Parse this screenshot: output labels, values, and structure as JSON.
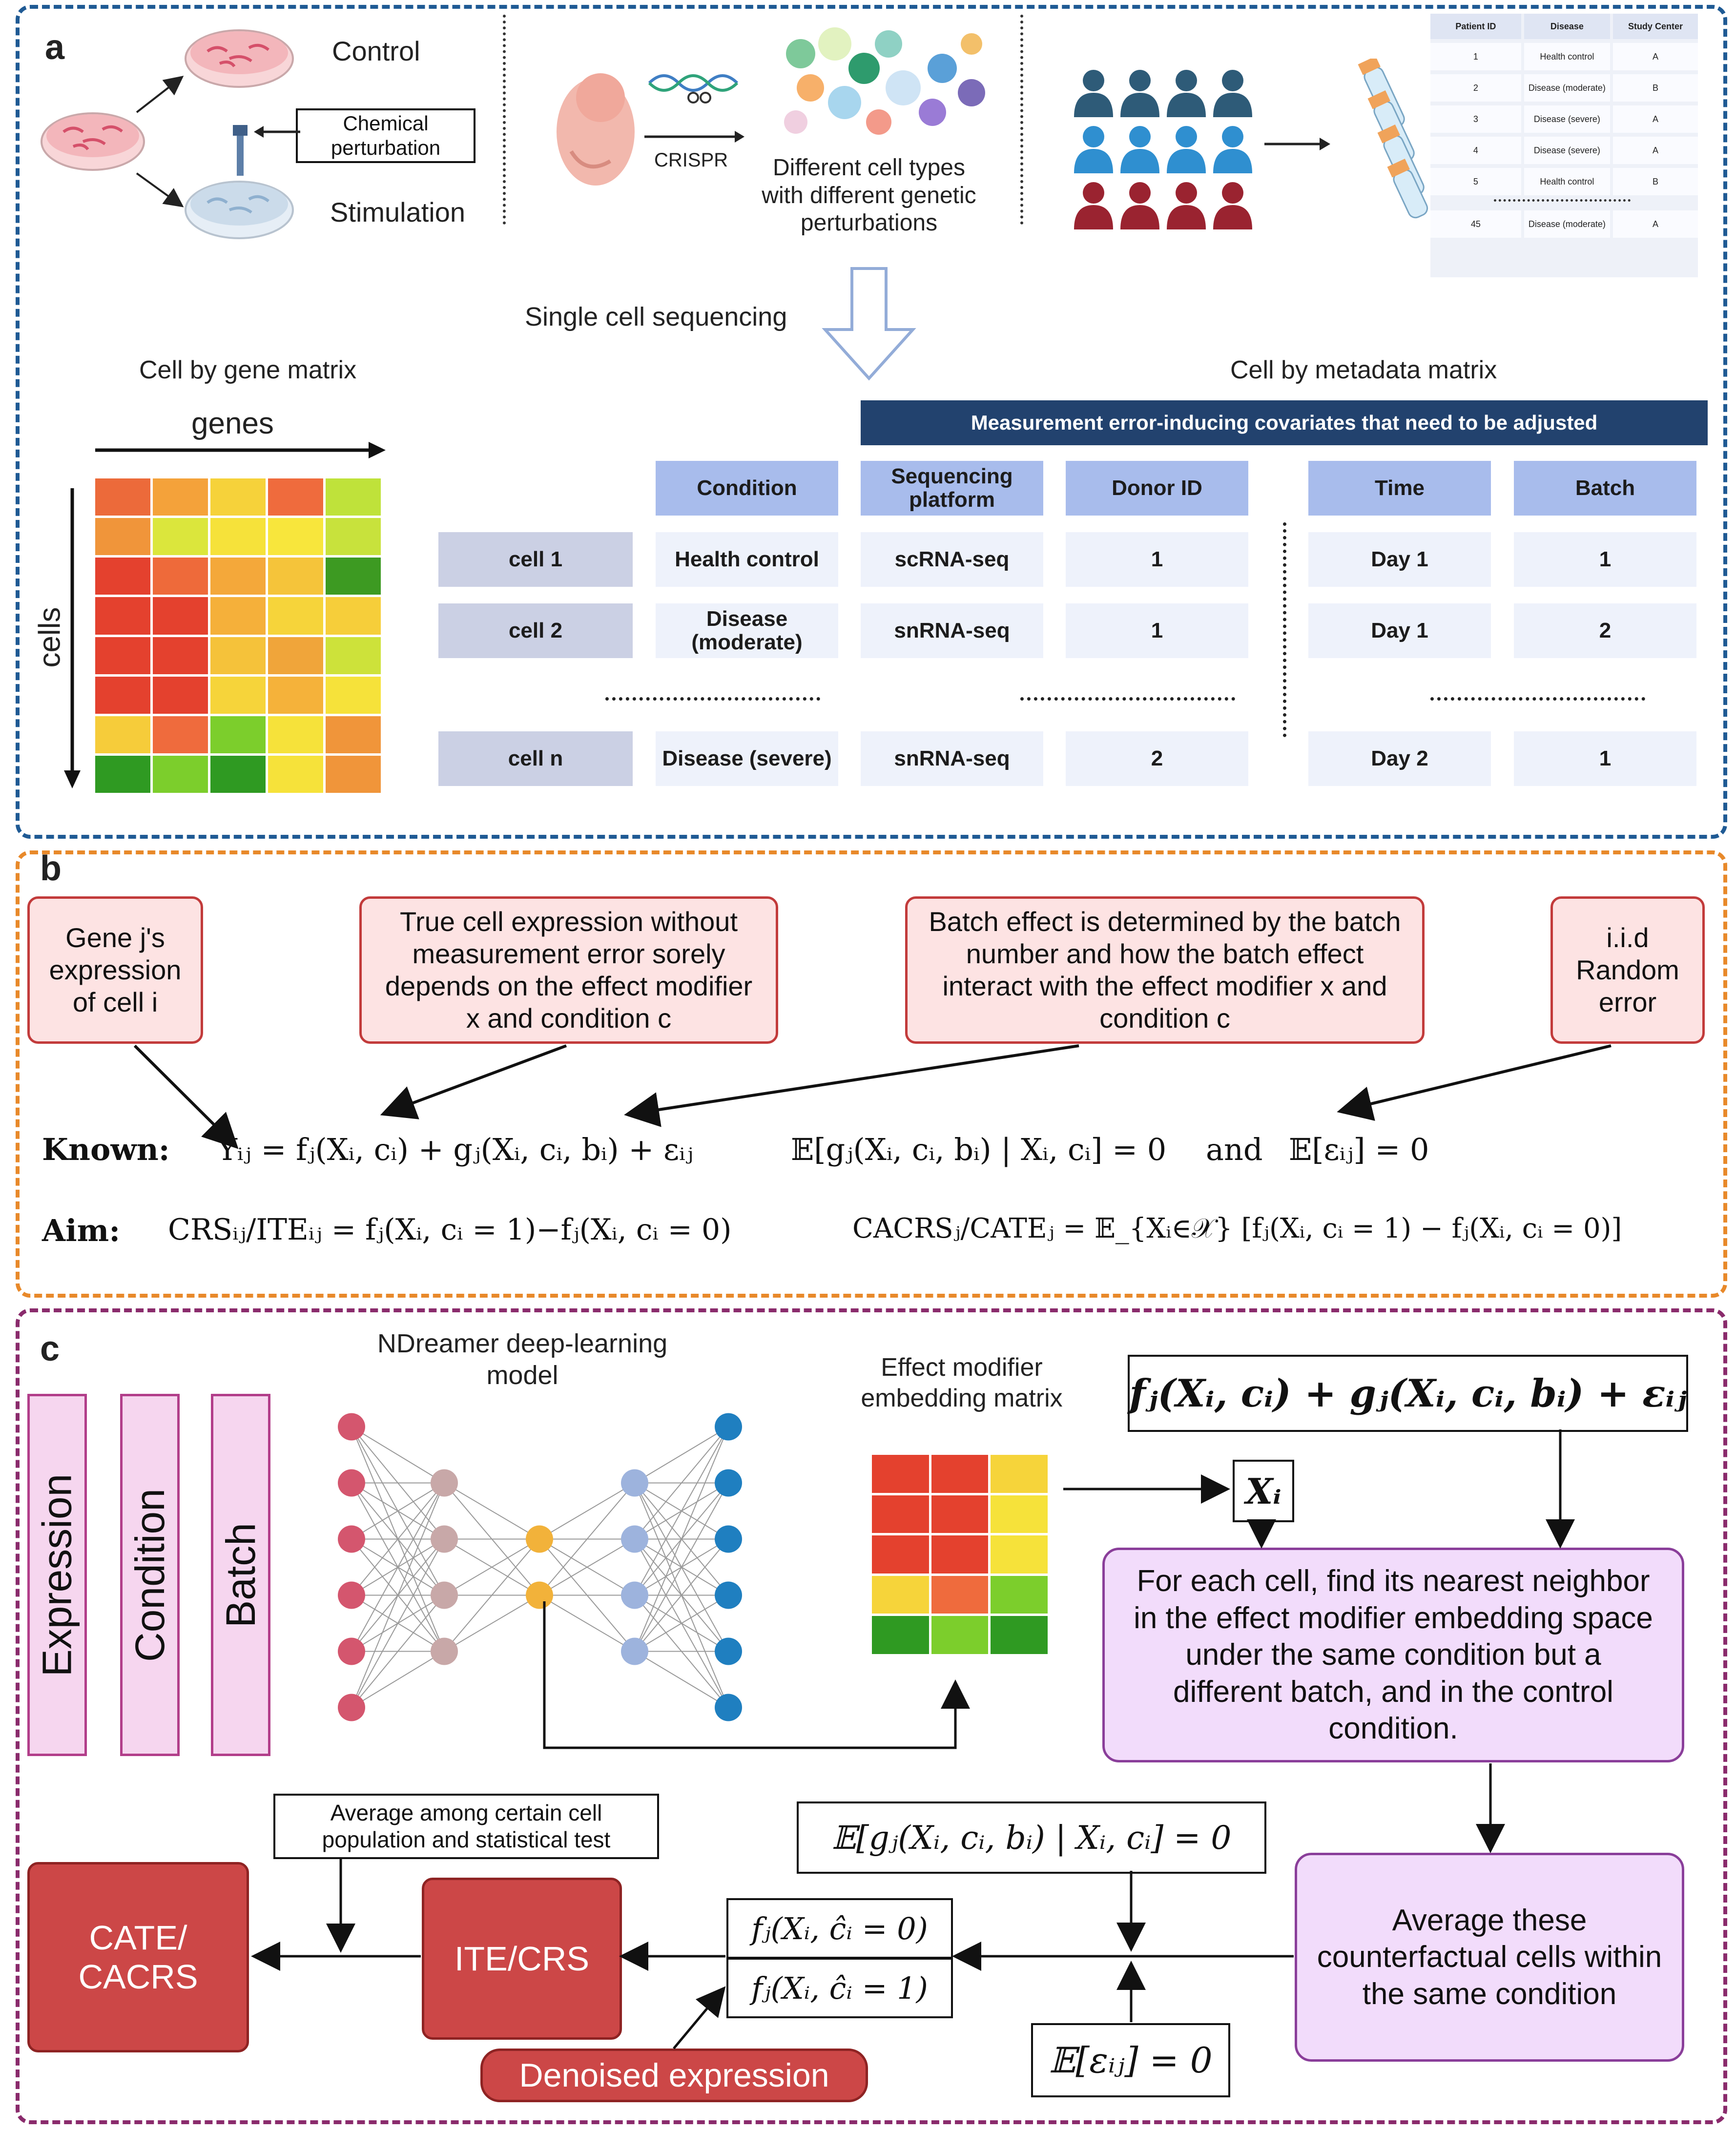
{
  "panel_a": {
    "letter": "a",
    "control": "Control",
    "chemical": "Chemical perturbation",
    "stimulation": "Stimulation",
    "crispr": "CRISPR",
    "cell_types": "Different cell types with different genetic perturbations",
    "patient_table": {
      "headers": [
        "Patient ID",
        "Disease",
        "Study Center"
      ],
      "rows": [
        [
          "1",
          "Health control",
          "A"
        ],
        [
          "2",
          "Disease (moderate)",
          "B"
        ],
        [
          "3",
          "Disease (severe)",
          "A"
        ],
        [
          "4",
          "Disease (severe)",
          "A"
        ],
        [
          "5",
          "Health control",
          "B"
        ],
        [
          "45",
          "Disease (moderate)",
          "A"
        ]
      ]
    },
    "single_cell": "Single cell sequencing",
    "gene_matrix_title": "Cell by gene matrix",
    "genes": "genes",
    "cells": "cells",
    "meta_matrix_title": "Cell by metadata matrix",
    "banner": "Measurement error-inducing covariates that need to be adjusted",
    "columns": [
      "Condition",
      "Sequencing platform",
      "Donor ID",
      "Time",
      "Batch"
    ],
    "rows": [
      {
        "label": "cell 1",
        "condition": "Health control",
        "platform": "scRNA-seq",
        "donor": "1",
        "time": "Day 1",
        "batch": "1"
      },
      {
        "label": "cell 2",
        "condition": "Disease (moderate)",
        "platform": "snRNA-seq",
        "donor": "1",
        "time": "Day 1",
        "batch": "2"
      },
      {
        "label": "cell n",
        "condition": "Disease (severe)",
        "platform": "snRNA-seq",
        "donor": "2",
        "time": "Day 2",
        "batch": "1"
      }
    ],
    "colors": {
      "border": "#1f5a94",
      "header": "#a8bcec",
      "banner": "#22426e"
    }
  },
  "panel_b": {
    "letter": "b",
    "box1": "Gene j's expression of cell i",
    "box2": "True cell expression without measurement error sorely depends on the effect modifier x and condition c",
    "box3": "Batch effect is determined by the batch number and how the batch effect interact with the effect modifier x and condition c",
    "box4": "i.i.d Random error",
    "known_label": "Known:",
    "known_eq": "Yᵢⱼ = fⱼ(Xᵢ, cᵢ) + gⱼ(Xᵢ, cᵢ, bᵢ) + εᵢⱼ",
    "known_eq2": "𝔼[gⱼ(Xᵢ, cᵢ, bᵢ) | Xᵢ, cᵢ] = 0",
    "and_word": "and",
    "known_eq3": "𝔼[εᵢⱼ] = 0",
    "aim_label": "Aim:",
    "aim_eq1": "CRSᵢⱼ/ITEᵢⱼ = fⱼ(Xᵢ, cᵢ = 1)−fⱼ(Xᵢ, cᵢ = 0)",
    "aim_eq2": "CACRSⱼ/CATEⱼ = 𝔼_{Xᵢ∈𝒳} [fⱼ(Xᵢ, cᵢ = 1) − fⱼ(Xᵢ, cᵢ = 0)]",
    "colors": {
      "border": "#e8892a",
      "box_fill": "#fde3e3",
      "box_border": "#c23b3b"
    }
  },
  "panel_c": {
    "letter": "c",
    "bars": [
      "Expression",
      "Condition",
      "Batch"
    ],
    "model_title": "NDreamer deep-learning model",
    "embed_title": "Effect modifier embedding matrix",
    "top_eq": "fⱼ(Xᵢ, cᵢ) + gⱼ(Xᵢ, cᵢ, bᵢ) + εᵢⱼ",
    "xi": "Xᵢ",
    "nn_text": "For each cell, find its nearest neighbor in the effect modifier embedding space under the same condition but a different batch, and in the control condition.",
    "avg_text": "Average these counterfactual cells within the same condition",
    "eq_batch": "𝔼[gⱼ(Xᵢ, cᵢ, bᵢ) | Xᵢ, cᵢ] = 0",
    "eq_eps": "𝔼[εᵢⱼ] = 0",
    "f0": "fⱼ(Xᵢ, ĉᵢ = 0)",
    "f1": "fⱼ(Xᵢ, ĉᵢ = 1)",
    "ite": "ITE/CRS",
    "cate": "CATE/ CACRS",
    "avg_note": "Average among certain cell population and statistical test",
    "denoised": "Denoised expression",
    "colors": {
      "border": "#8a2b6c",
      "bar_fill": "#f6d6ef",
      "violet": "#f2dcfb",
      "red": "#cc4747"
    }
  }
}
